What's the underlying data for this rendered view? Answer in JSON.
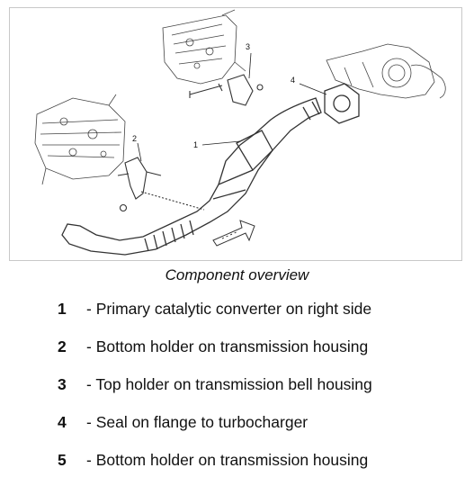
{
  "diagram": {
    "callouts": [
      "1",
      "2",
      "3",
      "4"
    ]
  },
  "caption": "Component overview",
  "legend": [
    {
      "number": "1",
      "text": "- Primary catalytic converter on right side"
    },
    {
      "number": "2",
      "text": "- Bottom holder on transmission housing"
    },
    {
      "number": "3",
      "text": "- Top holder on transmission bell housing"
    },
    {
      "number": "4",
      "text": "- Seal on flange to turbocharger"
    },
    {
      "number": "5",
      "text": "- Bottom holder on transmission housing"
    }
  ]
}
